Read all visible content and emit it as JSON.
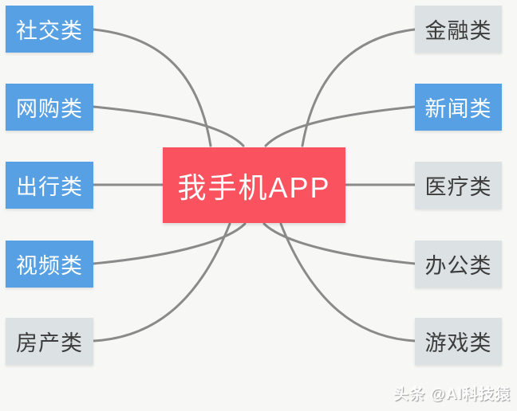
{
  "diagram": {
    "center": {
      "label": "我手机APP"
    },
    "left_nodes": [
      {
        "label": "社交类",
        "variant": "blue"
      },
      {
        "label": "网购类",
        "variant": "blue"
      },
      {
        "label": "出行类",
        "variant": "blue"
      },
      {
        "label": "视频类",
        "variant": "blue"
      },
      {
        "label": "房产类",
        "variant": "gray"
      }
    ],
    "right_nodes": [
      {
        "label": "金融类",
        "variant": "gray"
      },
      {
        "label": "新闻类",
        "variant": "blue"
      },
      {
        "label": "医疗类",
        "variant": "gray"
      },
      {
        "label": "办公类",
        "variant": "gray"
      },
      {
        "label": "游戏类",
        "variant": "gray"
      }
    ]
  },
  "watermark": {
    "text": "头条 @AI科技猿"
  },
  "colors": {
    "bg": "#f7f7f5",
    "blue": "#58a0e4",
    "gray-node": "#dce2e3",
    "red": "#fb5260",
    "line": "#8a8a8a",
    "dark-text": "#3c3c3c",
    "white-text": "#ffffff"
  }
}
